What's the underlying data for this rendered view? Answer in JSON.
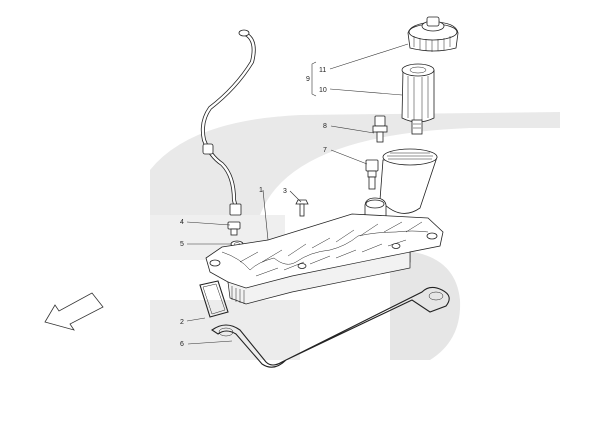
{
  "colors": {
    "background": "#ffffff",
    "watermark": "#e9e9e9",
    "line": "#222222"
  },
  "icons": {
    "direction_arrow": "arrow-down-left-icon",
    "watermark_logo": "brand-watermark-icon"
  },
  "callouts": [
    {
      "id": "c11",
      "label": "11"
    },
    {
      "id": "c10",
      "label": "10"
    },
    {
      "id": "c9",
      "label": "9"
    },
    {
      "id": "c8",
      "label": "8"
    },
    {
      "id": "c7",
      "label": "7"
    },
    {
      "id": "c3",
      "label": "3"
    },
    {
      "id": "c1",
      "label": "1"
    },
    {
      "id": "c4",
      "label": "4"
    },
    {
      "id": "c5",
      "label": "5"
    },
    {
      "id": "c2",
      "label": "2"
    },
    {
      "id": "c6",
      "label": "6"
    }
  ]
}
